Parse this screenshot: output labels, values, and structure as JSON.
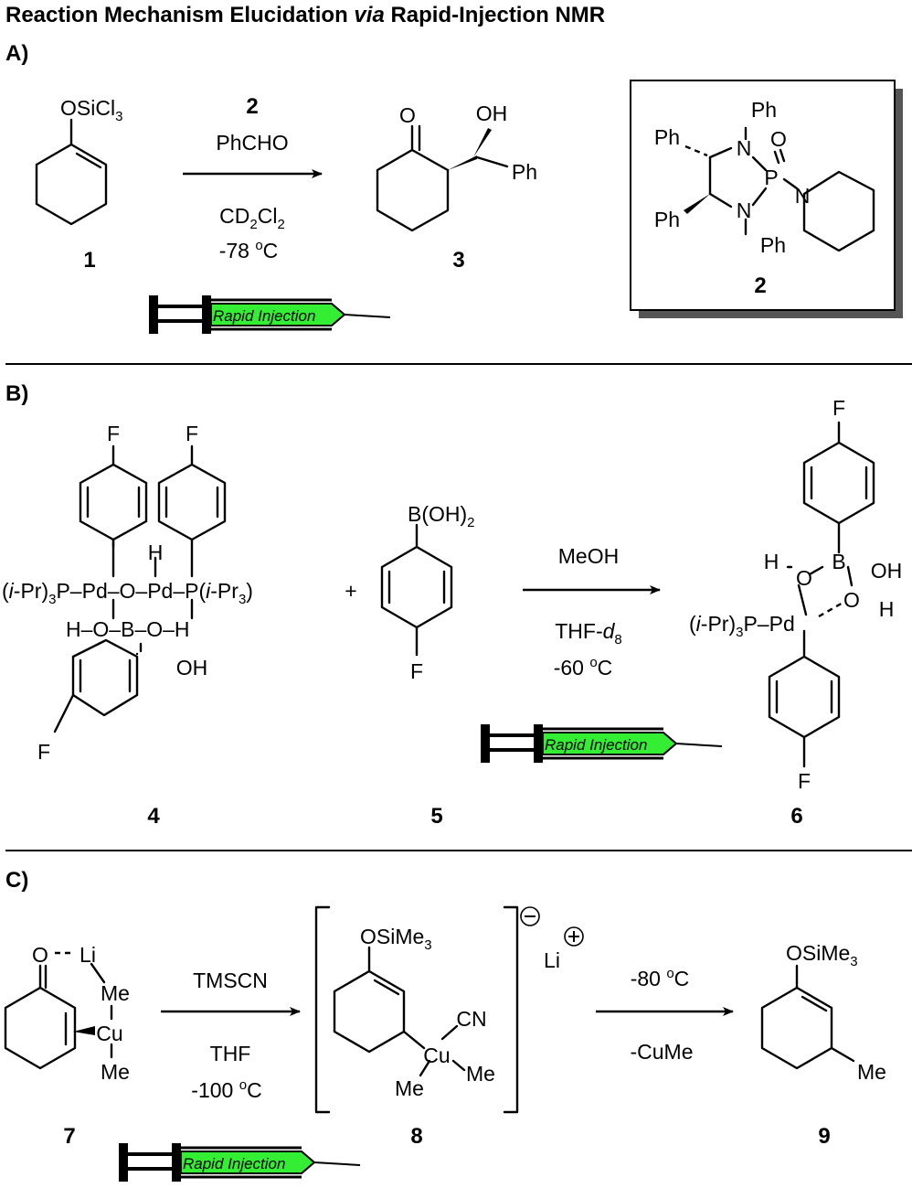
{
  "title": "Reaction Mechanism Elucidation via Rapid-Injection NMR",
  "title_parts": {
    "a": "Reaction Mechanism Elucidation ",
    "via": "via",
    "b": " Rapid-Injection NMR"
  },
  "syringe_label": "Rapid Injection",
  "colors": {
    "syringe_fill": "#33ee33",
    "box_shadow": "#555555"
  },
  "sectionA": {
    "label": "A)",
    "sm_group": "OSiCl",
    "sm_group_sub": "3",
    "reagent_top": "2",
    "reagent_mid": "PhCHO",
    "solvent": "CD",
    "solvent_sub1": "2",
    "solvent_mid": "Cl",
    "solvent_sub2": "2",
    "temp": "-78 ",
    "temp_sup": "o",
    "temp_unit": "C",
    "prod_O": "O",
    "prod_OH": "OH",
    "prod_Ph": "Ph",
    "box": {
      "Ph1": "Ph",
      "Ph2": "Ph",
      "Ph3": "Ph",
      "Ph4": "Ph",
      "N1": "N",
      "N2": "N",
      "N3": "N",
      "P": "P",
      "O": "O"
    },
    "num1": "1",
    "num2": "2",
    "num3": "3"
  },
  "sectionB": {
    "label": "B)",
    "F": "F",
    "H_top": "H",
    "row1a": "(",
    "row1b": "i",
    "row1c": "-Pr)",
    "row1sub": "3",
    "row1d": "P–Pd–O–Pd–P(",
    "row1e": "i",
    "row1f": "-Pr",
    "row1sub2": "3",
    "row1g": ")",
    "row2": "H–O–",
    "row2b": "B",
    "row2c": "–O–H",
    "OH": "OH",
    "plus": "+",
    "boronic": "B(OH)",
    "boronic_sub": "2",
    "reagent": "MeOH",
    "solvent": "THF-",
    "solvent_it": "d",
    "solvent_sub": "8",
    "temp": "-60 ",
    "temp_sup": "o",
    "temp_unit": "C",
    "p6_H": "H",
    "p6_O1": "O",
    "p6_B": "B",
    "p6_OH": "OH",
    "p6_O2": "O",
    "p6_H2": "H",
    "p6_lig_a": "(",
    "p6_lig_b": "i",
    "p6_lig_c": "-Pr)",
    "p6_lig_sub": "3",
    "p6_lig_d": "P–Pd",
    "num4": "4",
    "num5": "5",
    "num6": "6"
  },
  "sectionC": {
    "label": "C)",
    "s7_O": "O",
    "s7_Li": "Li",
    "s7_Me1": "Me",
    "s7_Cu": "Cu",
    "s7_Me2": "Me",
    "reagent": "TMSCN",
    "solvent": "THF",
    "temp": "-100 ",
    "temp_sup": "o",
    "temp_unit": "C",
    "s8_group": "OSiMe",
    "s8_sub": "3",
    "s8_CN": "CN",
    "s8_Cu": "Cu",
    "s8_Me1": "Me",
    "s8_Me2": "Me",
    "charge_minus": "−",
    "Li": "Li",
    "charge_plus": "+",
    "step2_temp": "-80 ",
    "step2_sup": "o",
    "step2_unit": "C",
    "step2_byprod": "-CuMe",
    "s9_group": "OSiMe",
    "s9_sub": "3",
    "s9_Me": "Me",
    "num7": "7",
    "num8": "8",
    "num9": "9"
  }
}
